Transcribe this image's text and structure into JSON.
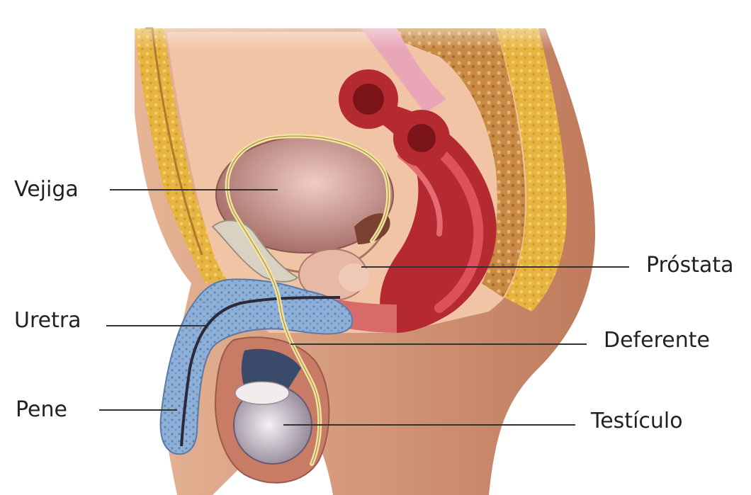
{
  "labels": {
    "vejiga": "Vejiga",
    "uretra": "Uretra",
    "pene": "Pene",
    "prostata": "Próstata",
    "deferente": "Deferente",
    "testiculo": "Testículo"
  },
  "colors": {
    "skin": "#d9a080",
    "skin_dark": "#b87058",
    "interior": "#f2c4a6",
    "fat": "#e6b440",
    "bladder": "#c89a92",
    "rectum": "#b52a30",
    "rectum_light": "#e0505a",
    "corpus_spongiosum": "#8fb0d6",
    "testis": "#c9c0cc",
    "vas_deferens": "#f2e3a0",
    "sacrum": "#c89048",
    "leader_line": "#333333"
  }
}
